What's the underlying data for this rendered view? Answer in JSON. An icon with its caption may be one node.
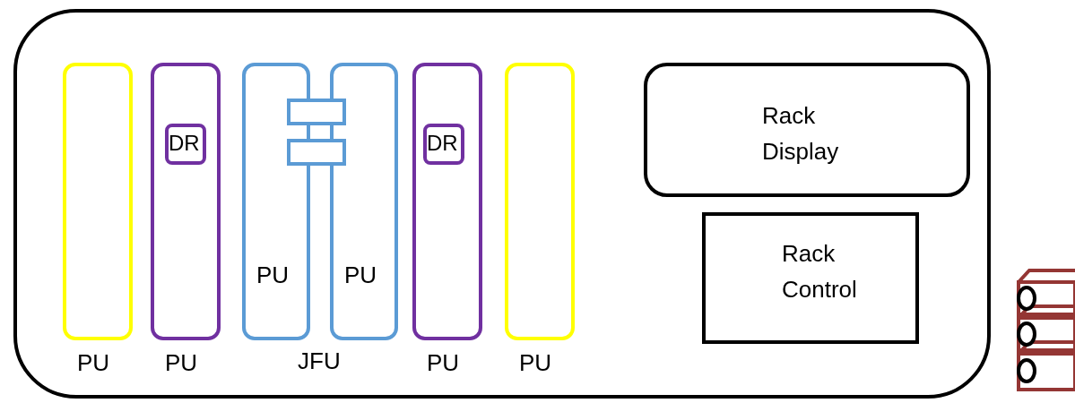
{
  "diagram": {
    "nodes": [
      {
        "text": [],
        "shape": "box"
      },
      {
        "text": [
          "PU"
        ],
        "in": 0
      },
      {
        "text": [
          "PU"
        ],
        "in": 0
      },
      {
        "text": [
          "DR"
        ],
        "in": 2
      },
      {
        "text": [
          "PU"
        ],
        "in": 0
      },
      {
        "text": [
          "PU"
        ],
        "in": 0
      },
      {
        "text": [
          "PU"
        ],
        "in": 0
      },
      {
        "text": [
          "DR"
        ],
        "in": 6
      },
      {
        "text": [
          "PU"
        ],
        "in": 0
      },
      {
        "text": [
          "Rack Display"
        ],
        "in": 0
      },
      {
        "text": [
          "Rack Control"
        ],
        "in": 0
      }
    ],
    "labels": [
      "JFU"
    ]
  }
}
